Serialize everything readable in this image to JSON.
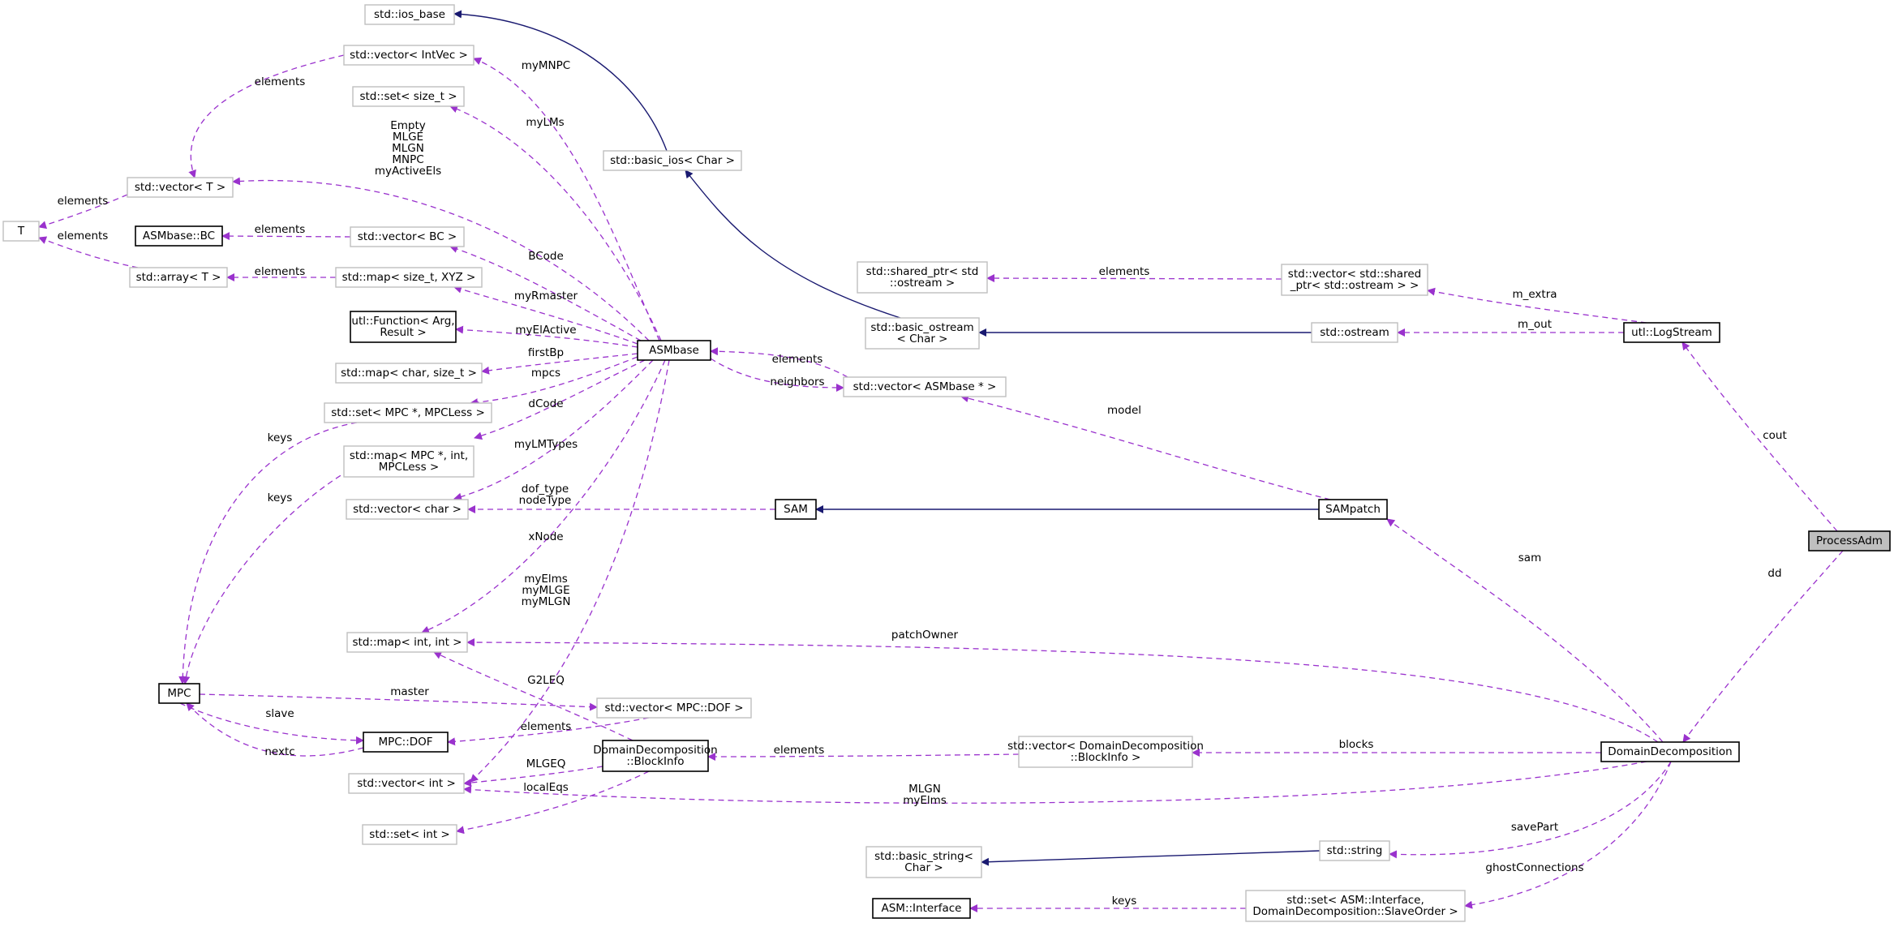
{
  "colors": {
    "usage_edge": "#9a32cd",
    "inheritance_edge": "#191970",
    "focus_fill": "#bfbfbf",
    "gray_border": "#bfbfbf"
  },
  "nodes": {
    "ios_base": [
      "std::ios_base"
    ],
    "vector_intvec": [
      "std::vector< IntVec >"
    ],
    "set_size_t": [
      "std::set< size_t >"
    ],
    "basic_ios": [
      "std::basic_ios< Char >"
    ],
    "vector_T": [
      "std::vector< T >"
    ],
    "T": [
      "T"
    ],
    "asmbase_bc": [
      "ASMbase::BC"
    ],
    "vector_bc": [
      "std::vector< BC >"
    ],
    "array_T": [
      "std::array< T >"
    ],
    "map_size_xyz": [
      "std::map< size_t, XYZ >"
    ],
    "shared_ptr": [
      "std::shared_ptr< std",
      "::ostream >"
    ],
    "vector_shared": [
      "std::vector< std::shared",
      "_ptr< std::ostream > >"
    ],
    "utl_function": [
      "utl::Function< Arg,",
      "Result >"
    ],
    "basic_ostream": [
      "std::basic_ostream",
      "< Char >"
    ],
    "ostream": [
      "std::ostream"
    ],
    "logstream": [
      "utl::LogStream"
    ],
    "asmbase": [
      "ASMbase"
    ],
    "map_char_size": [
      "std::map< char, size_t >"
    ],
    "vector_asmbase": [
      "std::vector< ASMbase * >"
    ],
    "set_mpc": [
      "std::set< MPC *, MPCLess >"
    ],
    "map_mpc_int": [
      "std::map< MPC *, int,",
      "MPCLess >"
    ],
    "vector_char": [
      "std::vector< char >"
    ],
    "sam": [
      "SAM"
    ],
    "sampatch": [
      "SAMpatch"
    ],
    "processadm": [
      "ProcessAdm"
    ],
    "map_int_int": [
      "std::map< int, int >"
    ],
    "mpc": [
      "MPC"
    ],
    "vector_mpc_dof": [
      "std::vector< MPC::DOF >"
    ],
    "mpc_dof": [
      "MPC::DOF"
    ],
    "blockinfo": [
      "DomainDecomposition",
      "::BlockInfo"
    ],
    "vector_blockinfo": [
      "std::vector< DomainDecomposition",
      "::BlockInfo >"
    ],
    "domaindecomp": [
      "DomainDecomposition"
    ],
    "vector_int": [
      "std::vector< int >"
    ],
    "set_int": [
      "std::set< int >"
    ],
    "std_string": [
      "std::string"
    ],
    "basic_string": [
      "std::basic_string<",
      "Char >"
    ],
    "asm_interface": [
      "ASM::Interface"
    ],
    "set_asm_interface": [
      "std::set< ASM::Interface,",
      "DomainDecomposition::SlaveOrder >"
    ]
  },
  "edges": {
    "e_vecint_myMNPC": [
      "myMNPC"
    ],
    "e_vecint_elements": [
      "elements"
    ],
    "e_setsize_myLMs": [
      "myLMs"
    ],
    "e_vecT_multi": [
      "Empty",
      "MLGE",
      "MLGN",
      "MNPC",
      "myActiveEls"
    ],
    "e_T_vec": [
      "elements"
    ],
    "e_T_arr": [
      "elements"
    ],
    "e_bc_elements": [
      "elements"
    ],
    "e_vecbc_BCode": [
      "BCode"
    ],
    "e_arr_elements": [
      "elements"
    ],
    "e_mapsx_myRmaster": [
      "myRmaster"
    ],
    "e_shared_elements": [
      "elements"
    ],
    "e_vecshared_m_extra": [
      "m_extra"
    ],
    "e_func_myElActive": [
      "myElActive"
    ],
    "e_ostream_m_out": [
      "m_out"
    ],
    "e_mapcs_firstBp": [
      "firstBp"
    ],
    "e_asm_elements": [
      "elements"
    ],
    "e_vecasm_neighbors": [
      "neighbors"
    ],
    "e_setmpc_mpcs": [
      "mpcs"
    ],
    "e_vecchar_dCode": [
      "dCode"
    ],
    "e_vecchar_myLMTypes": [
      "myLMTypes"
    ],
    "e_vecasm_model": [
      "model"
    ],
    "e_logstream_cout": [
      "cout"
    ],
    "e_mpc_keys1": [
      "keys"
    ],
    "e_mpc_keys2": [
      "keys"
    ],
    "e_vecchar_dof": [
      "dof_type",
      "nodeType"
    ],
    "e_mapii_xNode": [
      "xNode"
    ],
    "e_sampatch_sam": [
      "sam"
    ],
    "e_dd_dd": [
      "dd"
    ],
    "e_vecint_multi": [
      "myElms",
      "myMLGE",
      "myMLGN"
    ],
    "e_mapii_patchOwner": [
      "patchOwner"
    ],
    "e_mapii_G2LEQ": [
      "G2LEQ"
    ],
    "e_vecmpcdof_master": [
      "master"
    ],
    "e_mpc_slave": [
      "slave"
    ],
    "e_mpcdof_elements": [
      "elements"
    ],
    "e_mpc_nextc": [
      "nextc"
    ],
    "e_blockinfo_elements": [
      "elements"
    ],
    "e_vecblock_blocks": [
      "blocks"
    ],
    "e_vecint_MLGEQ": [
      "MLGEQ"
    ],
    "e_vecint_MLGN": [
      "MLGN",
      "myElms"
    ],
    "e_setint_localEqs": [
      "localEqs"
    ],
    "e_string_savePart": [
      "savePart"
    ],
    "e_setasm_ghost": [
      "ghostConnections"
    ],
    "e_asmint_keys": [
      "keys"
    ]
  }
}
